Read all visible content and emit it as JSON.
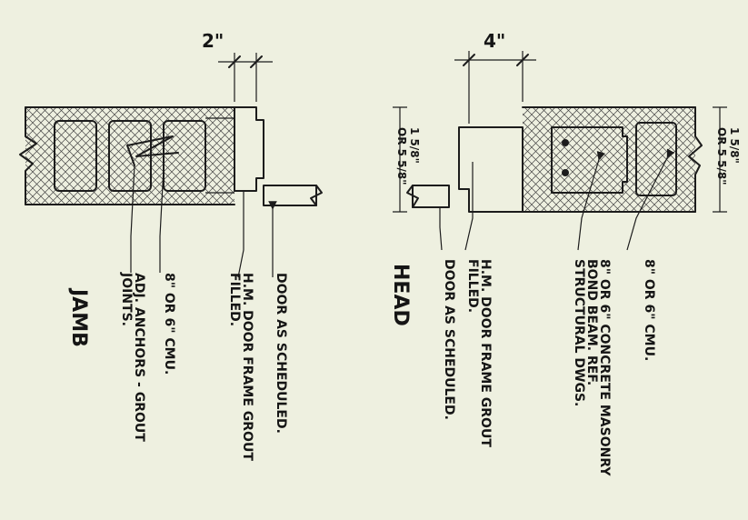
{
  "jamb": {
    "title": "JAMB",
    "dimension": "2\"",
    "notes": {
      "door": "DOOR AS SCHEDULED.",
      "frame": [
        "H.M. DOOR FRAME GROUT",
        "FILLED."
      ],
      "cmu": "8\" OR 6\" CMU.",
      "anchors": [
        "ADJ. ANCHORS - GROUT",
        "JOINTS."
      ]
    }
  },
  "head": {
    "title": "HEAD",
    "dimension": "4\"",
    "notes": {
      "cmu": "8\" OR 6\" CMU.",
      "bondbeam": [
        "8\" OR 6\" CONCRETE MASONRY",
        "BOND BEAM. REF.",
        "STRUCTURAL DWGS."
      ],
      "frame": [
        "H.M. DOOR FRAME GROUT",
        "FILLED."
      ],
      "door": "DOOR AS SCHEDULED."
    },
    "dims": {
      "left_top": "1 5/8\"",
      "left_bottom": "OR 5 5/8\"",
      "right_top": "1 5/8\"",
      "right_bottom": "OR 5 5/8\""
    }
  }
}
